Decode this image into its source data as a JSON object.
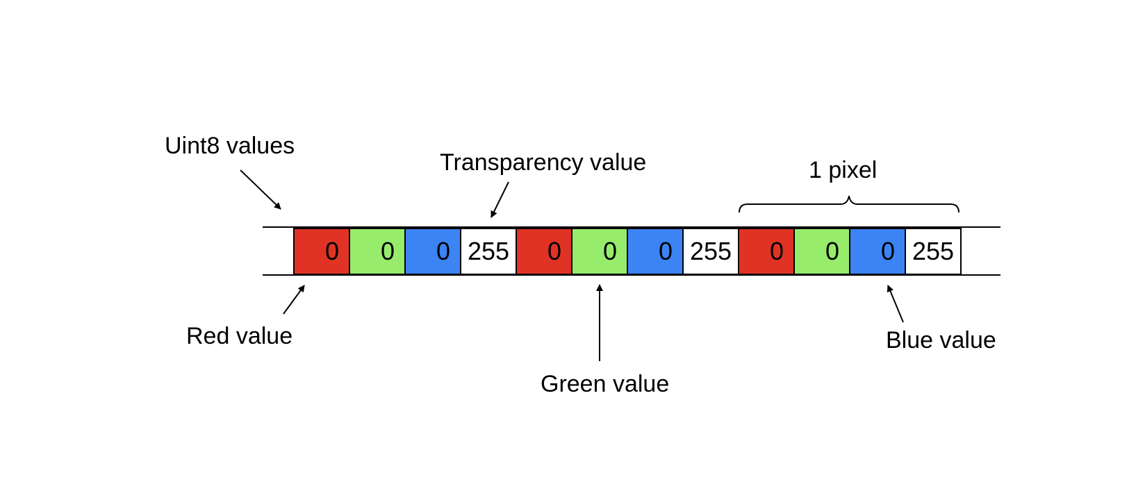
{
  "labels": {
    "uint8": "Uint8 values",
    "transparency": "Transparency value",
    "one_pixel": "1 pixel",
    "red": "Red value",
    "green": "Green value",
    "blue": "Blue value"
  },
  "cells": [
    {
      "value": "0",
      "channel": "red"
    },
    {
      "value": "0",
      "channel": "green"
    },
    {
      "value": "0",
      "channel": "blue"
    },
    {
      "value": "255",
      "channel": "alpha"
    },
    {
      "value": "0",
      "channel": "red"
    },
    {
      "value": "0",
      "channel": "green"
    },
    {
      "value": "0",
      "channel": "blue"
    },
    {
      "value": "255",
      "channel": "alpha"
    },
    {
      "value": "0",
      "channel": "red"
    },
    {
      "value": "0",
      "channel": "green"
    },
    {
      "value": "0",
      "channel": "blue"
    },
    {
      "value": "255",
      "channel": "alpha"
    }
  ],
  "colors": {
    "red": "#e03325",
    "green": "#97ec6c",
    "blue": "#3c84f4",
    "alpha": "#ffffff"
  }
}
